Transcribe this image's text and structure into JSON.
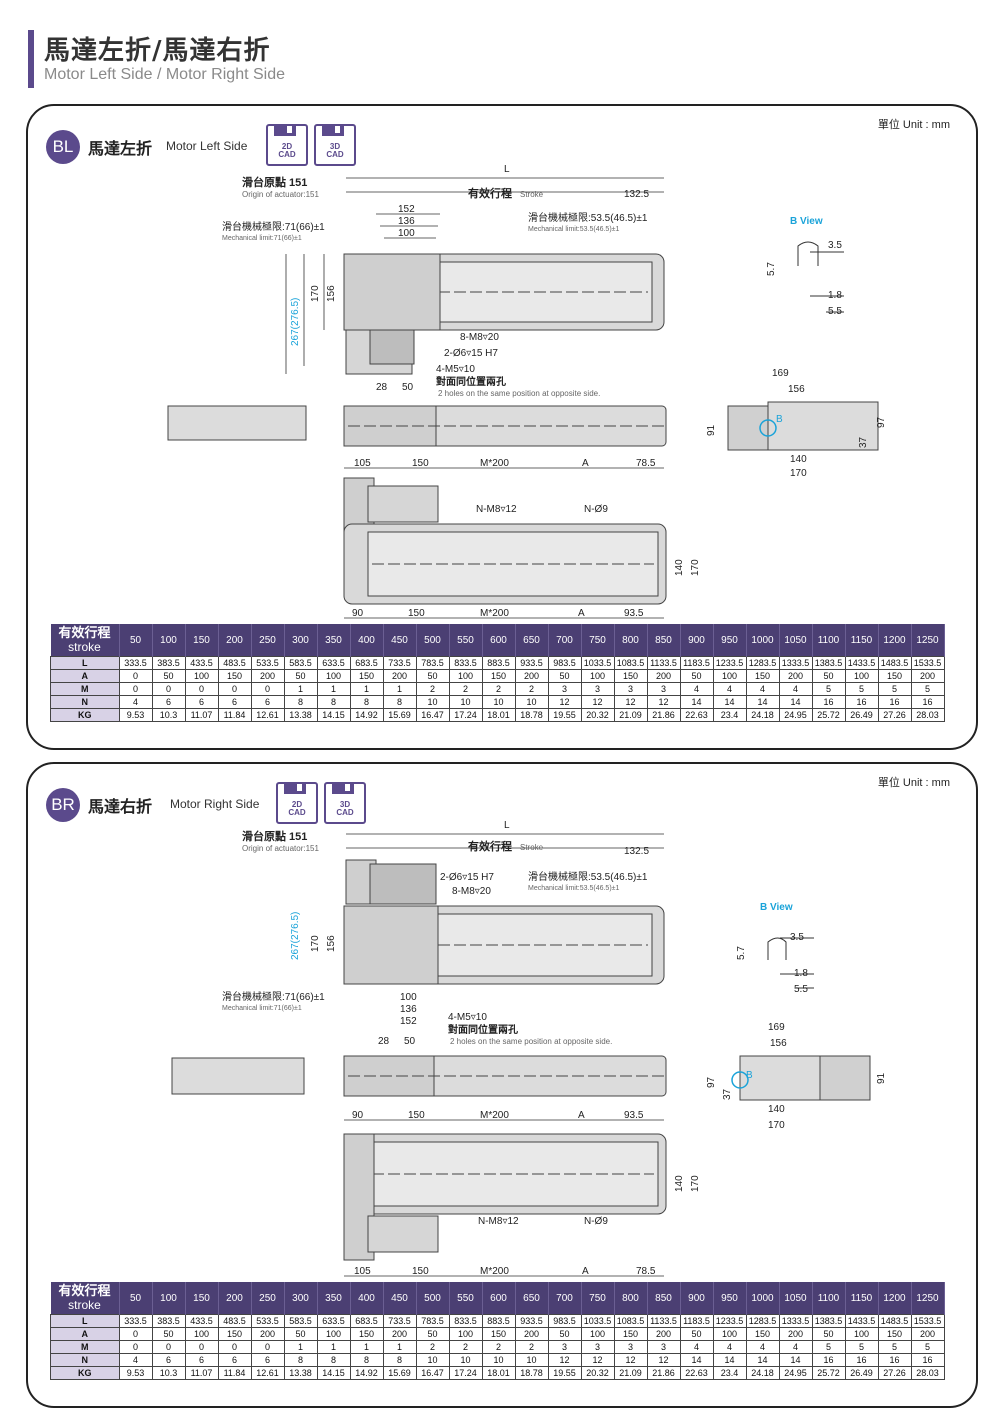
{
  "page": {
    "title": "馬達左折/馬達右折",
    "subtitle": "Motor Left Side / Motor Right Side"
  },
  "colors": {
    "accent": "#5b4a8c",
    "table_header": "#4b3f73",
    "highlight": "#1aa3d9"
  },
  "sections": [
    {
      "badge": "BL",
      "title": "馬達左折",
      "title_en": "Motor Left Side",
      "unit": "單位 Unit : mm",
      "cad_2d": [
        "2D",
        "CAD"
      ],
      "cad_3d": [
        "3D",
        "CAD"
      ],
      "drawing": {
        "L": "L",
        "origin": "滑台原點 151",
        "origin_en": "Origin of actuator:151",
        "stroke": "有效行程",
        "stroke_en": "Stroke",
        "d132": "132.5",
        "d152": "152",
        "d136": "136",
        "d100": "100",
        "limit_left": "滑台機械極限:71(66)±1",
        "limit_left_en": "Mechanical limit:71(66)±1",
        "limit_right": "滑台機械極限:53.5(46.5)±1",
        "limit_right_en": "Mechanical limit:53.5(46.5)±1",
        "h267": "267(276.5)",
        "h170": "170",
        "h156": "156",
        "m8": "8-M8▿20",
        "d6": "2-Ø6▿15 H7",
        "m5": "4-M5▿10",
        "holes": "對面同位置兩孔",
        "holes_en": "2 holes on the same position at opposite side.",
        "d28": "28",
        "d50": "50",
        "b_view": "B View",
        "b": "B",
        "d35": "3.5",
        "d57": "5.7",
        "d18": "1.8",
        "d55": "5.5",
        "d169": "169",
        "d156b": "156",
        "d140": "140",
        "d170": "170",
        "d91": "91",
        "d37": "37",
        "d97": "97",
        "d105": "105",
        "d150": "150",
        "m200": "M*200",
        "a": "A",
        "d785": "78.5",
        "nm8": "N-M8▿12",
        "n9": "N-Ø9",
        "d90": "90",
        "d935": "93.5",
        "v140": "140",
        "v170": "170"
      }
    },
    {
      "badge": "BR",
      "title": "馬達右折",
      "title_en": "Motor Right Side",
      "unit": "單位 Unit : mm",
      "cad_2d": [
        "2D",
        "CAD"
      ],
      "cad_3d": [
        "3D",
        "CAD"
      ],
      "drawing": {
        "L": "L",
        "origin": "滑台原點 151",
        "origin_en": "Origin of actuator:151",
        "stroke": "有效行程",
        "stroke_en": "Stroke",
        "d132": "132.5",
        "d152": "152",
        "d136": "136",
        "d100": "100",
        "limit_left": "滑台機械極限:71(66)±1",
        "limit_left_en": "Mechanical limit:71(66)±1",
        "limit_right": "滑台機械極限:53.5(46.5)±1",
        "limit_right_en": "Mechanical limit:53.5(46.5)±1",
        "h267": "267(276.5)",
        "h170": "170",
        "h156": "156",
        "m8": "8-M8▿20",
        "d6": "2-Ø6▿15 H7",
        "m5": "4-M5▿10",
        "holes": "對面同位置兩孔",
        "holes_en": "2 holes on the same position at opposite side.",
        "d28": "28",
        "d50": "50",
        "b_view": "B View",
        "b": "B",
        "d35": "3.5",
        "d57": "5.7",
        "d18": "1.8",
        "d55": "5.5",
        "d169": "169",
        "d156b": "156",
        "d140": "140",
        "d170": "170",
        "d91": "91",
        "d37": "37",
        "d97": "97",
        "d105": "105",
        "d150": "150",
        "m200": "M*200",
        "a": "A",
        "d785": "78.5",
        "nm8": "N-M8▿12",
        "n9": "N-Ø9",
        "d90": "90",
        "d935": "93.5",
        "v140": "140",
        "v170": "170"
      }
    }
  ],
  "table": {
    "head": [
      "有效行程",
      "stroke"
    ],
    "strokes": [
      "50",
      "100",
      "150",
      "200",
      "250",
      "300",
      "350",
      "400",
      "450",
      "500",
      "550",
      "600",
      "650",
      "700",
      "750",
      "800",
      "850",
      "900",
      "950",
      "1000",
      "1050",
      "1100",
      "1150",
      "1200",
      "1250"
    ],
    "rows": [
      {
        "label": "L",
        "values": [
          "333.5",
          "383.5",
          "433.5",
          "483.5",
          "533.5",
          "583.5",
          "633.5",
          "683.5",
          "733.5",
          "783.5",
          "833.5",
          "883.5",
          "933.5",
          "983.5",
          "1033.5",
          "1083.5",
          "1133.5",
          "1183.5",
          "1233.5",
          "1283.5",
          "1333.5",
          "1383.5",
          "1433.5",
          "1483.5",
          "1533.5"
        ]
      },
      {
        "label": "A",
        "values": [
          "0",
          "50",
          "100",
          "150",
          "200",
          "50",
          "100",
          "150",
          "200",
          "50",
          "100",
          "150",
          "200",
          "50",
          "100",
          "150",
          "200",
          "50",
          "100",
          "150",
          "200",
          "50",
          "100",
          "150",
          "200"
        ]
      },
      {
        "label": "M",
        "values": [
          "0",
          "0",
          "0",
          "0",
          "0",
          "1",
          "1",
          "1",
          "1",
          "2",
          "2",
          "2",
          "2",
          "3",
          "3",
          "3",
          "3",
          "4",
          "4",
          "4",
          "4",
          "5",
          "5",
          "5",
          "5"
        ]
      },
      {
        "label": "N",
        "values": [
          "4",
          "6",
          "6",
          "6",
          "6",
          "8",
          "8",
          "8",
          "8",
          "10",
          "10",
          "10",
          "10",
          "12",
          "12",
          "12",
          "12",
          "14",
          "14",
          "14",
          "14",
          "16",
          "16",
          "16",
          "16"
        ]
      },
      {
        "label": "KG",
        "values": [
          "9.53",
          "10.3",
          "11.07",
          "11.84",
          "12.61",
          "13.38",
          "14.15",
          "14.92",
          "15.69",
          "16.47",
          "17.24",
          "18.01",
          "18.78",
          "19.55",
          "20.32",
          "21.09",
          "21.86",
          "22.63",
          "23.4",
          "24.18",
          "24.95",
          "25.72",
          "26.49",
          "27.26",
          "28.03"
        ]
      }
    ]
  }
}
